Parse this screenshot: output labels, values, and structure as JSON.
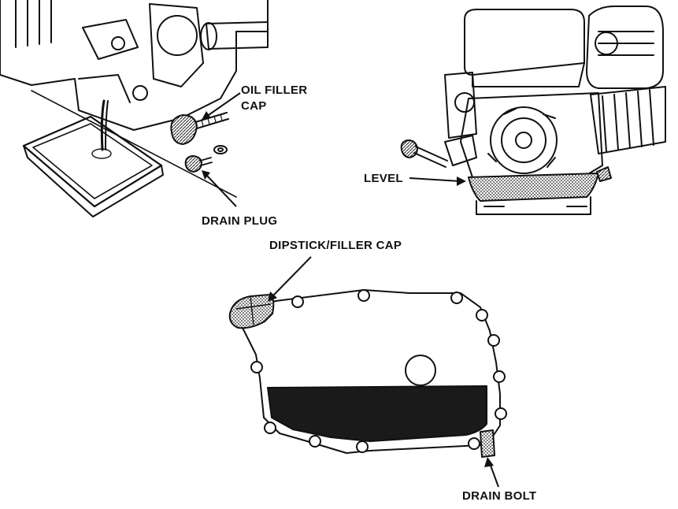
{
  "labels": {
    "oil_filler_cap_line1": "OIL FILLER",
    "oil_filler_cap_line2": "CAP",
    "drain_plug": "DRAIN PLUG",
    "level": "LEVEL",
    "dipstick_filler_cap": "DIPSTICK/FILLER CAP",
    "drain_bolt": "DRAIN BOLT"
  },
  "colors": {
    "ink": "#111111",
    "oil_fill": "#1a1a1a",
    "screen_tone": "#9a9a9a"
  }
}
